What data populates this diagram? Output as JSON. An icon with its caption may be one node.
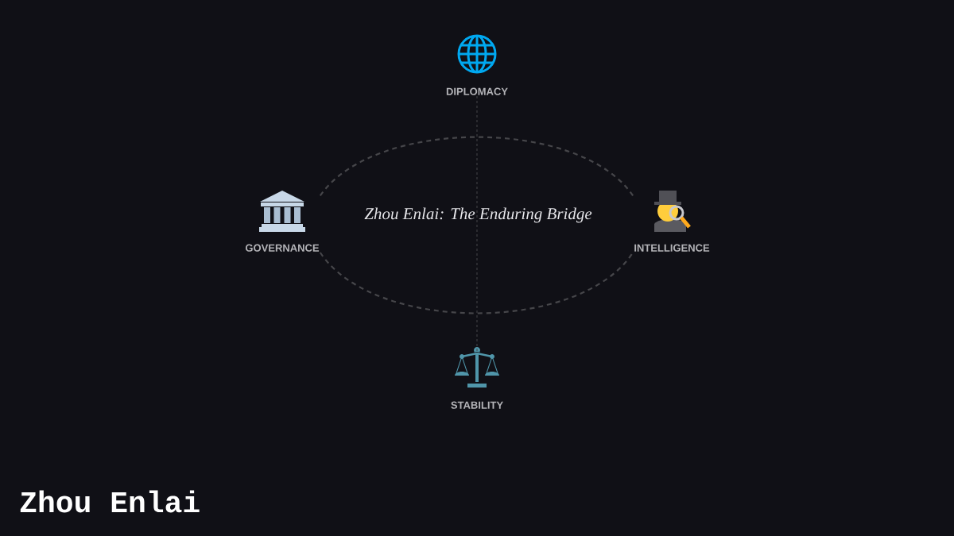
{
  "diagram": {
    "title": "Zhou Enlai",
    "nodes": [
      {
        "text": [
          "DIPLOMACY"
        ]
      },
      {
        "text": [
          "GOVERNANCE"
        ]
      },
      {
        "text": [
          "Zhou Enlai: The Enduring Bridge"
        ]
      },
      {
        "text": [
          "INTELLIGENCE"
        ]
      },
      {
        "text": [
          "STABILITY"
        ]
      }
    ],
    "edges": [
      {
        "from": 0,
        "to": 4,
        "arrow": "none",
        "style": "dashed"
      },
      {
        "from": 1,
        "to": 3,
        "arrow": "none",
        "style": "dashed"
      },
      {
        "from": 1,
        "to": 3,
        "arrow": "none",
        "style": "dashed"
      }
    ]
  }
}
